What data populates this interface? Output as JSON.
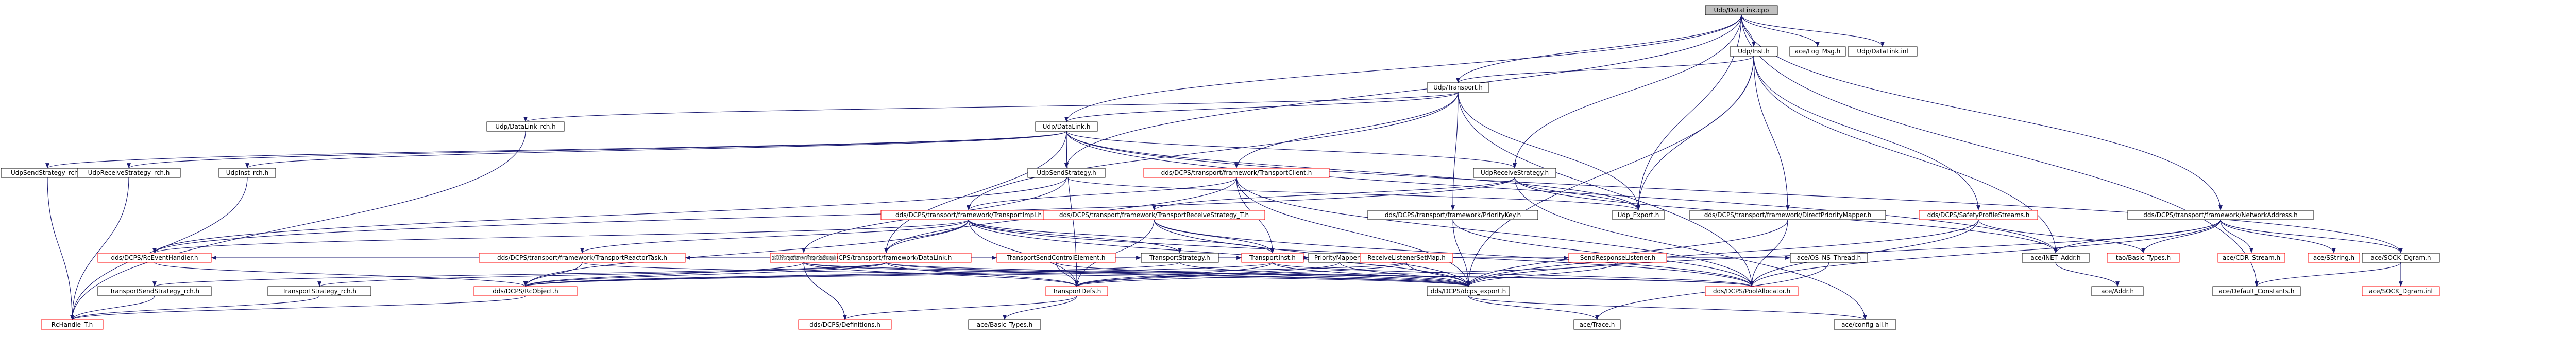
{
  "nodes": {
    "n00": {
      "label": "Udp/DataLink.cpp",
      "style": "root"
    },
    "n01": {
      "label": "Udp/Inst.h",
      "style": "normal"
    },
    "n02": {
      "label": "ace/Log_Msg.h",
      "style": "normal"
    },
    "n03": {
      "label": "Udp/DataLink.inl",
      "style": "normal"
    },
    "n04": {
      "label": "Udp/Transport.h",
      "style": "normal"
    },
    "n05": {
      "label": "Udp/DataLink_rch.h",
      "style": "normal"
    },
    "n06": {
      "label": "Udp/DataLink.h",
      "style": "normal"
    },
    "n07": {
      "label": "UdpSendStrategy_rch.h",
      "style": "normal"
    },
    "n08": {
      "label": "UdpReceiveStrategy_rch.h",
      "style": "normal"
    },
    "n09": {
      "label": "UdpInst_rch.h",
      "style": "normal"
    },
    "n10": {
      "label": "UdpSendStrategy.h",
      "style": "normal"
    },
    "n11": {
      "label": "dds/DCPS/transport/framework/TransportClient.h",
      "style": "red"
    },
    "n12": {
      "label": "UdpReceiveStrategy.h",
      "style": "normal"
    },
    "n13": {
      "label": "dds/DCPS/transport/framework/DataLink.h",
      "style": "red"
    },
    "n14": {
      "label": "dds/DCPS/transport/framework/TransportImpl.h",
      "style": "red"
    },
    "n15": {
      "label": "dds/DCPS/transport/framework/TransportReceiveStrategy_T.h",
      "style": "red"
    },
    "n16": {
      "label": "dds/DCPS/transport/framework/PriorityKey.h",
      "style": "normal"
    },
    "n17": {
      "label": "Udp_Export.h",
      "style": "normal"
    },
    "n18": {
      "label": "dds/DCPS/transport/framework/DirectPriorityMapper.h",
      "style": "normal"
    },
    "n19": {
      "label": "dds/DCPS/SafetyProfileStreams.h",
      "style": "red"
    },
    "n20": {
      "label": "dds/DCPS/transport/framework/NetworkAddress.h",
      "style": "normal"
    },
    "n21": {
      "label": "dds/DCPS/RcEventHandler.h",
      "style": "red"
    },
    "n22": {
      "label": "dds/DCPS/transport/framework/TransportReactorTask.h",
      "style": "red"
    },
    "n23": {
      "label": "dds/DCPS/transport/framework/TransportSendStrategy.h",
      "style": "red"
    },
    "n24": {
      "label": "TransportSendControlElement.h",
      "style": "red"
    },
    "n25": {
      "label": "TransportStrategy.h",
      "style": "normal"
    },
    "n26": {
      "label": "TransportInst.h",
      "style": "red"
    },
    "n27": {
      "label": "PriorityMapper.h",
      "style": "normal"
    },
    "n28": {
      "label": "ReceiveListenerSetMap.h",
      "style": "red"
    },
    "n29": {
      "label": "SendResponseListener.h",
      "style": "red"
    },
    "n30": {
      "label": "ace/OS_NS_Thread.h",
      "style": "normal"
    },
    "n31": {
      "label": "ace/INET_Addr.h",
      "style": "normal"
    },
    "n32": {
      "label": "tao/Basic_Types.h",
      "style": "red"
    },
    "n33": {
      "label": "ace/CDR_Stream.h",
      "style": "red"
    },
    "n34": {
      "label": "ace/SString.h",
      "style": "red"
    },
    "n35": {
      "label": "ace/SOCK_Dgram.h",
      "style": "normal"
    },
    "n36": {
      "label": "TransportSendStrategy_rch.h",
      "style": "normal"
    },
    "n37": {
      "label": "TransportStrategy_rch.h",
      "style": "normal"
    },
    "n38": {
      "label": "dds/DCPS/RcObject.h",
      "style": "red"
    },
    "n39": {
      "label": "TransportDefs.h",
      "style": "red"
    },
    "n40": {
      "label": "dds/DCPS/dcps_export.h",
      "style": "normal"
    },
    "n41": {
      "label": "dds/DCPS/PoolAllocator.h",
      "style": "red"
    },
    "n42": {
      "label": "ace/Addr.h",
      "style": "normal"
    },
    "n43": {
      "label": "ace/Default_Constants.h",
      "style": "normal"
    },
    "n44": {
      "label": "ace/SOCK_Dgram.inl",
      "style": "red"
    },
    "n45": {
      "label": "RcHandle_T.h",
      "style": "red"
    },
    "n46": {
      "label": "dds/DCPS/Definitions.h",
      "style": "red"
    },
    "n47": {
      "label": "ace/Basic_Types.h",
      "style": "normal"
    },
    "n48": {
      "label": "ace/Trace.h",
      "style": "normal"
    },
    "n49": {
      "label": "ace/config-all.h",
      "style": "normal"
    }
  },
  "edges": [
    [
      "n00",
      "n01"
    ],
    [
      "n00",
      "n02"
    ],
    [
      "n00",
      "n03"
    ],
    [
      "n00",
      "n04"
    ],
    [
      "n00",
      "n06"
    ],
    [
      "n00",
      "n10"
    ],
    [
      "n00",
      "n12"
    ],
    [
      "n00",
      "n17"
    ],
    [
      "n00",
      "n20"
    ],
    [
      "n00",
      "n43"
    ],
    [
      "n01",
      "n04"
    ],
    [
      "n01",
      "n17"
    ],
    [
      "n01",
      "n18"
    ],
    [
      "n01",
      "n19"
    ],
    [
      "n01",
      "n31"
    ],
    [
      "n01",
      "n40"
    ],
    [
      "n04",
      "n05"
    ],
    [
      "n04",
      "n06"
    ],
    [
      "n04",
      "n11"
    ],
    [
      "n04",
      "n14"
    ],
    [
      "n04",
      "n16"
    ],
    [
      "n04",
      "n17"
    ],
    [
      "n04",
      "n41"
    ],
    [
      "n05",
      "n45"
    ],
    [
      "n06",
      "n07"
    ],
    [
      "n06",
      "n08"
    ],
    [
      "n06",
      "n09"
    ],
    [
      "n06",
      "n10"
    ],
    [
      "n06",
      "n12"
    ],
    [
      "n06",
      "n13"
    ],
    [
      "n06",
      "n17"
    ],
    [
      "n06",
      "n35"
    ],
    [
      "n06",
      "n39"
    ],
    [
      "n06",
      "n31"
    ],
    [
      "n07",
      "n45"
    ],
    [
      "n08",
      "n45"
    ],
    [
      "n09",
      "n45"
    ],
    [
      "n10",
      "n17"
    ],
    [
      "n10",
      "n23"
    ],
    [
      "n10",
      "n21"
    ],
    [
      "n11",
      "n14"
    ],
    [
      "n11",
      "n26"
    ],
    [
      "n11",
      "n40"
    ],
    [
      "n11",
      "n41"
    ],
    [
      "n12",
      "n17"
    ],
    [
      "n12",
      "n15"
    ],
    [
      "n12",
      "n21"
    ],
    [
      "n12",
      "n31"
    ],
    [
      "n13",
      "n21"
    ],
    [
      "n13",
      "n22"
    ],
    [
      "n13",
      "n23"
    ],
    [
      "n13",
      "n24"
    ],
    [
      "n13",
      "n25"
    ],
    [
      "n13",
      "n26"
    ],
    [
      "n13",
      "n27"
    ],
    [
      "n13",
      "n28"
    ],
    [
      "n13",
      "n29"
    ],
    [
      "n13",
      "n36"
    ],
    [
      "n13",
      "n37"
    ],
    [
      "n13",
      "n38"
    ],
    [
      "n13",
      "n39"
    ],
    [
      "n13",
      "n40"
    ],
    [
      "n13",
      "n41"
    ],
    [
      "n13",
      "n30"
    ],
    [
      "n14",
      "n21"
    ],
    [
      "n14",
      "n22"
    ],
    [
      "n14",
      "n25"
    ],
    [
      "n14",
      "n26"
    ],
    [
      "n14",
      "n38"
    ],
    [
      "n14",
      "n39"
    ],
    [
      "n14",
      "n40"
    ],
    [
      "n14",
      "n41"
    ],
    [
      "n15",
      "n39"
    ],
    [
      "n15",
      "n40"
    ],
    [
      "n15",
      "n41"
    ],
    [
      "n15",
      "n26"
    ],
    [
      "n16",
      "n40"
    ],
    [
      "n16",
      "n41"
    ],
    [
      "n18",
      "n40"
    ],
    [
      "n18",
      "n41"
    ],
    [
      "n19",
      "n41"
    ],
    [
      "n19",
      "n32"
    ],
    [
      "n19",
      "n40"
    ],
    [
      "n20",
      "n31"
    ],
    [
      "n20",
      "n32"
    ],
    [
      "n20",
      "n33"
    ],
    [
      "n20",
      "n34"
    ],
    [
      "n20",
      "n35"
    ],
    [
      "n20",
      "n40"
    ],
    [
      "n20",
      "n41"
    ],
    [
      "n21",
      "n38"
    ],
    [
      "n22",
      "n38"
    ],
    [
      "n22",
      "n40"
    ],
    [
      "n23",
      "n38"
    ],
    [
      "n23",
      "n39"
    ],
    [
      "n23",
      "n40"
    ],
    [
      "n23",
      "n41"
    ],
    [
      "n23",
      "n46"
    ],
    [
      "n24",
      "n39"
    ],
    [
      "n24",
      "n40"
    ],
    [
      "n25",
      "n38"
    ],
    [
      "n25",
      "n40"
    ],
    [
      "n26",
      "n38"
    ],
    [
      "n26",
      "n39"
    ],
    [
      "n26",
      "n40"
    ],
    [
      "n26",
      "n41"
    ],
    [
      "n27",
      "n39"
    ],
    [
      "n27",
      "n40"
    ],
    [
      "n28",
      "n39"
    ],
    [
      "n28",
      "n40"
    ],
    [
      "n28",
      "n38"
    ],
    [
      "n29",
      "n39"
    ],
    [
      "n29",
      "n40"
    ],
    [
      "n30",
      "n48"
    ],
    [
      "n31",
      "n42"
    ],
    [
      "n35",
      "n44"
    ],
    [
      "n35",
      "n43"
    ],
    [
      "n36",
      "n45"
    ],
    [
      "n37",
      "n45"
    ],
    [
      "n38",
      "n45"
    ],
    [
      "n39",
      "n46"
    ],
    [
      "n39",
      "n47"
    ],
    [
      "n40",
      "n48"
    ],
    [
      "n40",
      "n49"
    ],
    [
      "n11",
      "n13"
    ],
    [
      "n14",
      "n13"
    ],
    [
      "n23",
      "n46"
    ],
    [
      "n12",
      "n49"
    ]
  ]
}
